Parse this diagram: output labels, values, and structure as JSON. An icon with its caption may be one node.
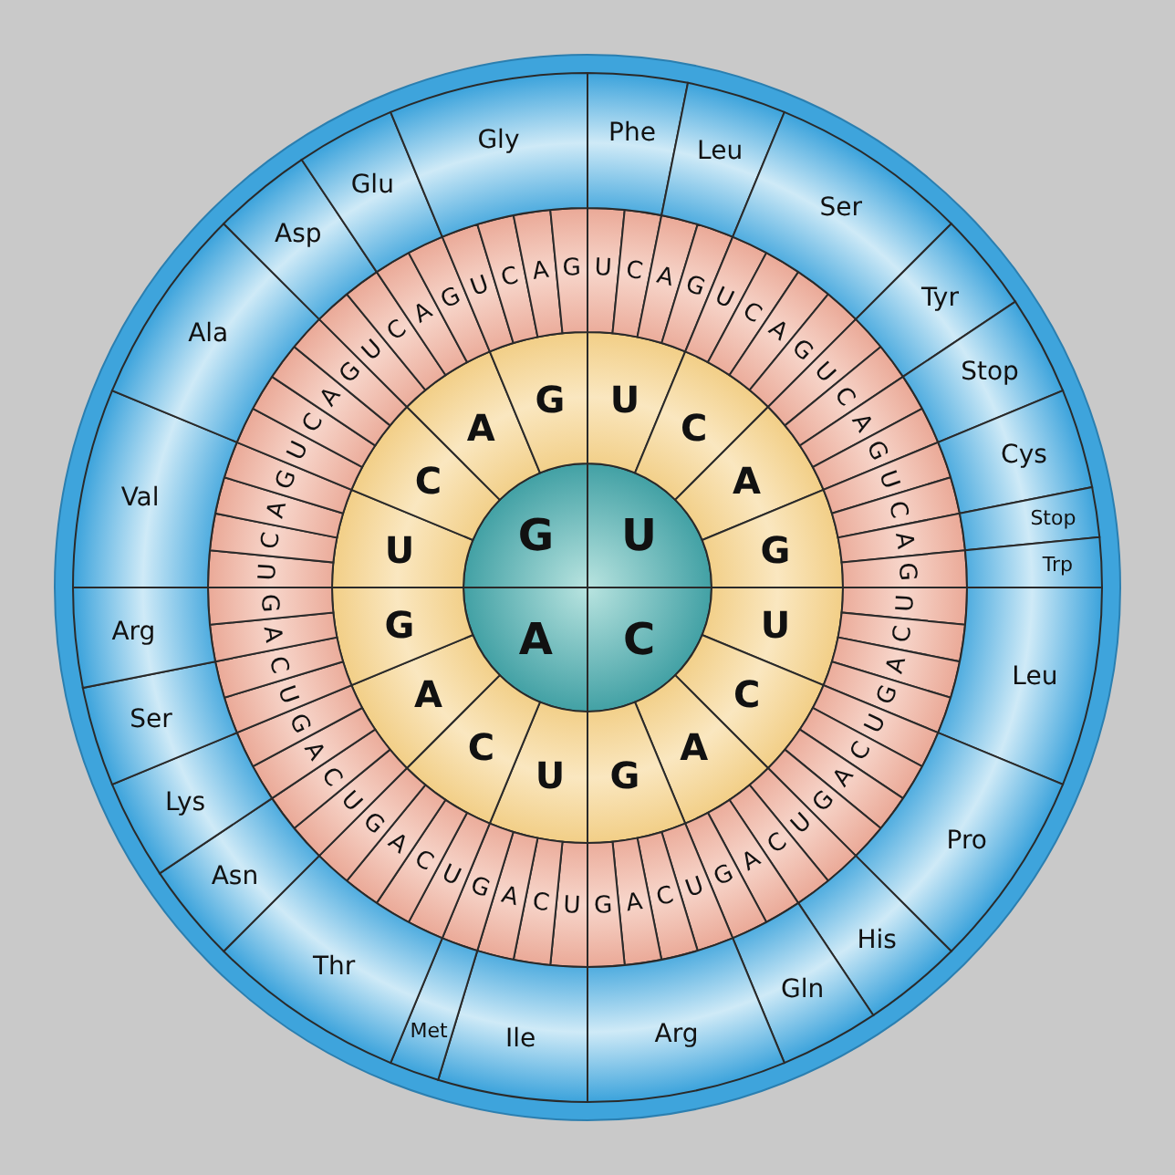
{
  "diagram": {
    "nodes": [
      {
        "text": [
          "U"
        ]
      },
      {
        "text": [
          "C"
        ]
      },
      {
        "text": [
          "A"
        ]
      },
      {
        "text": [
          "G"
        ]
      },
      {
        "text": [
          "U"
        ]
      },
      {
        "text": [
          "C"
        ]
      },
      {
        "text": [
          "A"
        ]
      },
      {
        "text": [
          "G"
        ]
      },
      {
        "text": [
          "U"
        ]
      },
      {
        "text": [
          "C"
        ]
      },
      {
        "text": [
          "A"
        ]
      },
      {
        "text": [
          "G"
        ]
      },
      {
        "text": [
          "U"
        ]
      },
      {
        "text": [
          "C"
        ]
      },
      {
        "text": [
          "A"
        ]
      },
      {
        "text": [
          "G"
        ]
      },
      {
        "text": [
          "U"
        ]
      },
      {
        "text": [
          "C"
        ]
      },
      {
        "text": [
          "A"
        ]
      },
      {
        "text": [
          "G"
        ]
      },
      {
        "text": [
          "U"
        ]
      },
      {
        "text": [
          "C"
        ]
      },
      {
        "text": [
          "A"
        ]
      },
      {
        "text": [
          "G"
        ]
      },
      {
        "text": [
          "U"
        ]
      },
      {
        "text": [
          "C"
        ]
      },
      {
        "text": [
          "A"
        ]
      },
      {
        "text": [
          "G"
        ]
      },
      {
        "text": [
          "U"
        ]
      },
      {
        "text": [
          "C"
        ]
      },
      {
        "text": [
          "A"
        ]
      },
      {
        "text": [
          "G"
        ]
      },
      {
        "text": [
          "U"
        ]
      },
      {
        "text": [
          "C"
        ]
      },
      {
        "text": [
          "A"
        ]
      },
      {
        "text": [
          "G"
        ]
      },
      {
        "text": [
          "U"
        ]
      },
      {
        "text": [
          "C"
        ]
      },
      {
        "text": [
          "A"
        ]
      },
      {
        "text": [
          "G"
        ]
      },
      {
        "text": [
          "U"
        ]
      },
      {
        "text": [
          "C"
        ]
      },
      {
        "text": [
          "A"
        ]
      },
      {
        "text": [
          "G"
        ]
      },
      {
        "text": [
          "U"
        ]
      },
      {
        "text": [
          "C"
        ]
      },
      {
        "text": [
          "A"
        ]
      },
      {
        "text": [
          "G"
        ]
      },
      {
        "text": [
          "U"
        ]
      },
      {
        "text": [
          "C"
        ]
      },
      {
        "text": [
          "A"
        ]
      },
      {
        "text": [
          "G"
        ]
      },
      {
        "text": [
          "U"
        ]
      },
      {
        "text": [
          "C"
        ]
      },
      {
        "text": [
          "A"
        ]
      },
      {
        "text": [
          "G"
        ]
      },
      {
        "text": [
          "U"
        ]
      },
      {
        "text": [
          "C"
        ]
      },
      {
        "text": [
          "A"
        ]
      },
      {
        "text": [
          "G"
        ]
      },
      {
        "text": [
          "U"
        ]
      },
      {
        "text": [
          "C"
        ]
      },
      {
        "text": [
          "A"
        ]
      },
      {
        "text": [
          "G"
        ]
      },
      {
        "text": [
          "U"
        ]
      },
      {
        "text": [
          "C"
        ]
      },
      {
        "text": [
          "A"
        ]
      },
      {
        "text": [
          "G"
        ]
      },
      {
        "text": [
          "U"
        ]
      },
      {
        "text": [
          "C"
        ]
      },
      {
        "text": [
          "A"
        ]
      },
      {
        "text": [
          "G"
        ]
      },
      {
        "text": [
          "U"
        ]
      },
      {
        "text": [
          "C"
        ]
      },
      {
        "text": [
          "A"
        ]
      },
      {
        "text": [
          "G"
        ]
      },
      {
        "text": [
          "U"
        ]
      },
      {
        "text": [
          "C"
        ]
      },
      {
        "text": [
          "A"
        ]
      },
      {
        "text": [
          "G"
        ]
      },
      {
        "text": [
          "U"
        ]
      },
      {
        "text": [
          "C"
        ]
      },
      {
        "text": [
          "A"
        ]
      },
      {
        "text": [
          "G"
        ]
      },
      {
        "text": [
          "Phe"
        ]
      },
      {
        "text": [
          "Leu"
        ]
      },
      {
        "text": [
          "Ser"
        ]
      },
      {
        "text": [
          "Tyr"
        ]
      },
      {
        "text": [
          "Stop"
        ]
      },
      {
        "text": [
          "Cys"
        ]
      },
      {
        "text": [
          "Stop"
        ]
      },
      {
        "text": [
          "Trp"
        ]
      },
      {
        "text": [
          "Leu"
        ]
      },
      {
        "text": [
          "Pro"
        ]
      },
      {
        "text": [
          "His"
        ]
      },
      {
        "text": [
          "Gln"
        ]
      },
      {
        "text": [
          "Arg"
        ]
      },
      {
        "text": [
          "Ile"
        ]
      },
      {
        "text": [
          "Met"
        ]
      },
      {
        "text": [
          "Thr"
        ]
      },
      {
        "text": [
          "Asn"
        ]
      },
      {
        "text": [
          "Lys"
        ]
      },
      {
        "text": [
          "Ser"
        ]
      },
      {
        "text": [
          "Arg"
        ]
      },
      {
        "text": [
          "Val"
        ]
      },
      {
        "text": [
          "Ala"
        ]
      },
      {
        "text": [
          "Asp"
        ]
      },
      {
        "text": [
          "Glu"
        ]
      },
      {
        "text": [
          "Gly"
        ]
      }
    ]
  }
}
